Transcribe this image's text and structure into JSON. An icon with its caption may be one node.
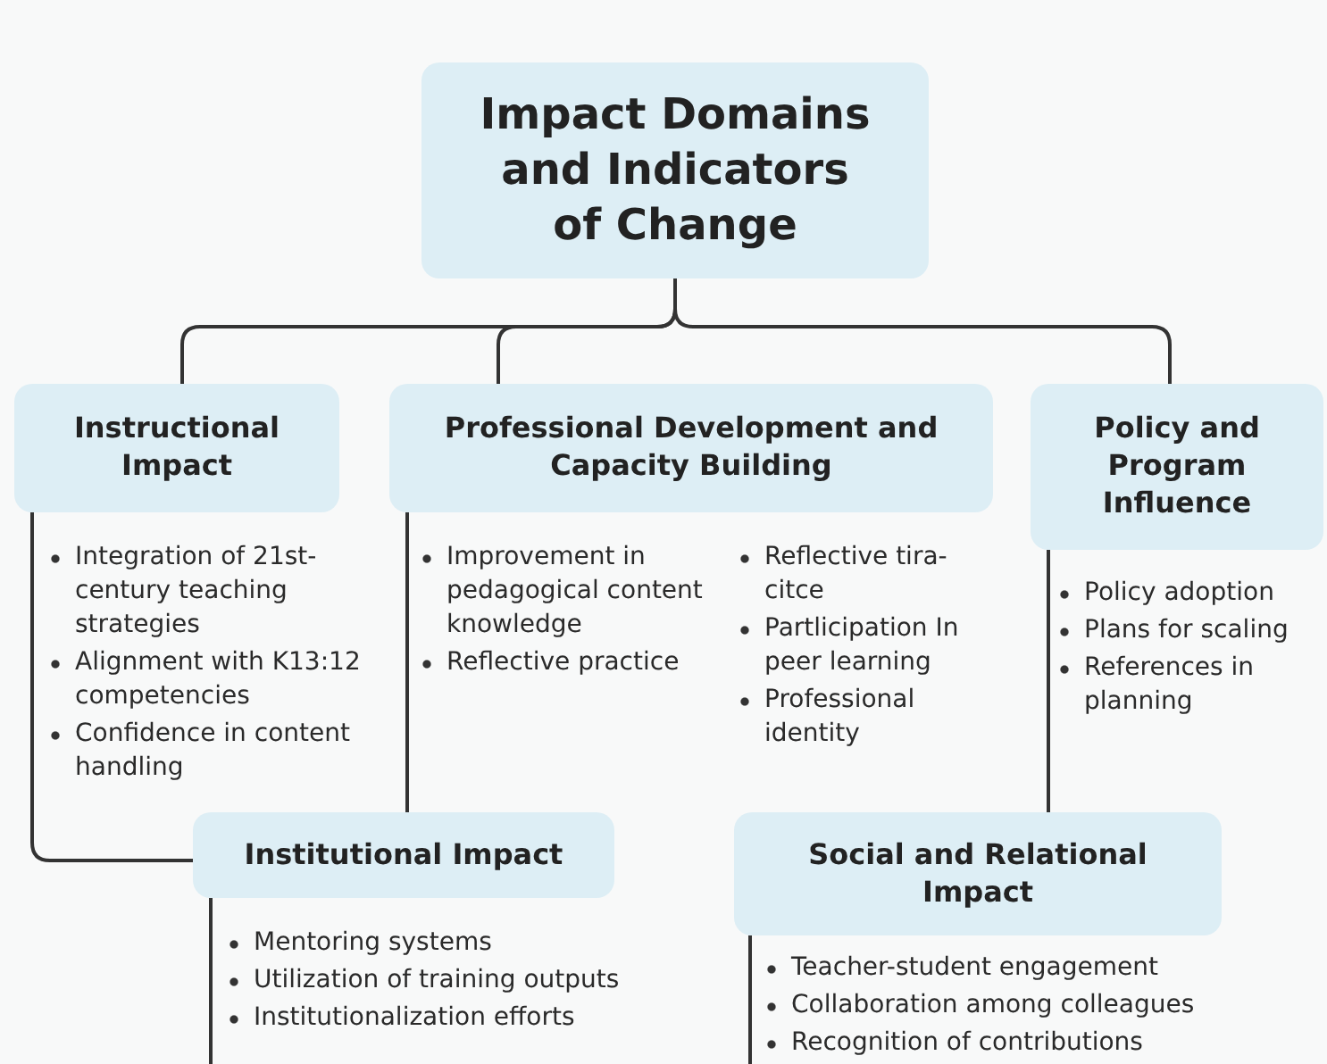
{
  "diagram": {
    "nodes": [
      {
        "text": [
          "Impact Domains and Indicators of Change"
        ]
      },
      {
        "text": [
          "Instructional Impact"
        ],
        "beside": [
          "Integration of 21st-century teaching strategies",
          "Alignment with K13:12 competencies",
          "Confidence in content handling"
        ]
      },
      {
        "text": [
          "Professional Development and Capacity Building"
        ],
        "beside": [
          "Improvement in pedagogical content knowledge",
          "Reflective practice",
          "Reflective tira- citce",
          "Partlicipation In peer learning",
          "Professional identity"
        ]
      },
      {
        "text": [
          "Policy and Program Influence"
        ],
        "beside": [
          "Policy adoption",
          "Plans for scaling",
          "References in planning"
        ]
      },
      {
        "text": [
          "Institutional Impact"
        ],
        "beside": [
          "Mentoring systems",
          "Utilization of training outputs",
          "Institutionalization efforts"
        ]
      },
      {
        "text": [
          "Social and Relational Impact"
        ],
        "beside": [
          "Teacher-student engagement",
          "Collaboration among colleagues",
          "Recognition of contributions"
        ]
      }
    ],
    "edges": [
      {
        "from": 0,
        "to": 1,
        "arrow": "none"
      },
      {
        "from": 0,
        "to": 2,
        "arrow": "none"
      },
      {
        "from": 0,
        "to": 3,
        "arrow": "none"
      },
      {
        "from": 1,
        "to": 4,
        "arrow": "none"
      },
      {
        "from": 2,
        "to": 4,
        "arrow": "none"
      },
      {
        "from": 3,
        "to": 5,
        "arrow": "none"
      }
    ]
  }
}
